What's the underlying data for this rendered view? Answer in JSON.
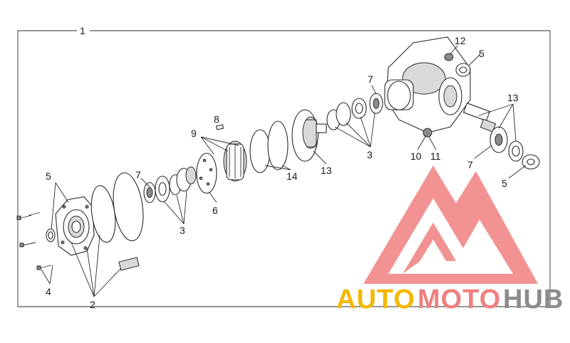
{
  "diagram": {
    "callouts": {
      "c1": "1",
      "c2": "2",
      "c3a": "3",
      "c3b": "3",
      "c4": "4",
      "c5a": "5",
      "c5b": "5",
      "c5c": "5",
      "c6": "6",
      "c7a": "7",
      "c7b": "7",
      "c7c": "7",
      "c8": "8",
      "c9": "9",
      "c10": "10",
      "c11": "11",
      "c12": "12",
      "c13a": "13",
      "c13b": "13",
      "c14": "14"
    }
  },
  "watermark": {
    "brand_part1": "AUTO",
    "brand_part2": "MOTO",
    "brand_part3": "HUB",
    "colors": {
      "triangle": "#f08080",
      "auto": "#f5b700",
      "moto": "#f08080",
      "hub": "#8c8c8c"
    }
  }
}
